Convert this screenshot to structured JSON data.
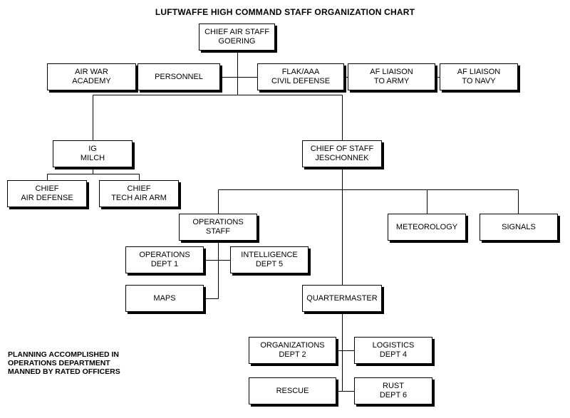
{
  "title": "LUFTWAFFE HIGH COMMAND STAFF ORGANIZATION CHART",
  "nodes": {
    "chief_air_staff": [
      "CHIEF AIR STAFF",
      "GOERING"
    ],
    "air_war_academy": [
      "AIR WAR",
      "ACADEMY"
    ],
    "personnel": [
      "PERSONNEL"
    ],
    "flak_civil_defense": [
      "FLAK/AAA",
      "CIVIL DEFENSE"
    ],
    "af_liaison_army": [
      "AF LIAISON",
      "TO ARMY"
    ],
    "af_liaison_navy": [
      "AF LIAISON",
      "TO NAVY"
    ],
    "ig_milch": [
      "IG",
      "MILCH"
    ],
    "chief_of_staff": [
      "CHIEF OF STAFF",
      "JESCHONNEK"
    ],
    "chief_air_defense": [
      "CHIEF",
      "AIR DEFENSE"
    ],
    "chief_tech_air_arm": [
      "CHIEF",
      "TECH AIR ARM"
    ],
    "operations_staff": [
      "OPERATIONS",
      "STAFF"
    ],
    "meteorology": [
      "METEOROLOGY"
    ],
    "signals": [
      "SIGNALS"
    ],
    "operations_dept1": [
      "OPERATIONS",
      "DEPT 1"
    ],
    "intelligence_dept5": [
      "INTELLIGENCE",
      "DEPT 5"
    ],
    "maps": [
      "MAPS"
    ],
    "quartermaster": [
      "QUARTERMASTER"
    ],
    "organizations_dept2": [
      "ORGANIZATIONS",
      "DEPT 2"
    ],
    "logistics_dept4": [
      "LOGISTICS",
      "DEPT 4"
    ],
    "rescue": [
      "RESCUE"
    ],
    "rust_dept6": [
      "RUST",
      "DEPT 6"
    ]
  },
  "note": [
    "PLANNING ACCOMPLISHED IN",
    "OPERATIONS DEPARTMENT",
    "MANNED BY RATED OFFICERS"
  ]
}
